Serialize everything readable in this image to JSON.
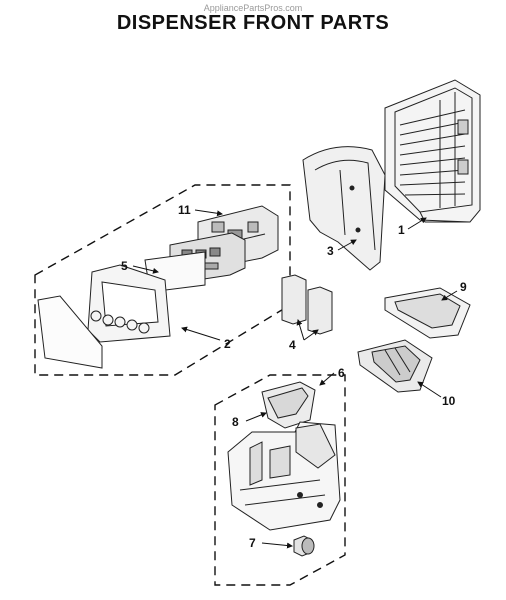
{
  "header": {
    "watermark": "AppliancePartsPros.com",
    "title": "DISPENSER FRONT PARTS"
  },
  "callouts": [
    "1",
    "2",
    "3",
    "4",
    "5",
    "6",
    "7",
    "8",
    "9",
    "10",
    "11"
  ]
}
